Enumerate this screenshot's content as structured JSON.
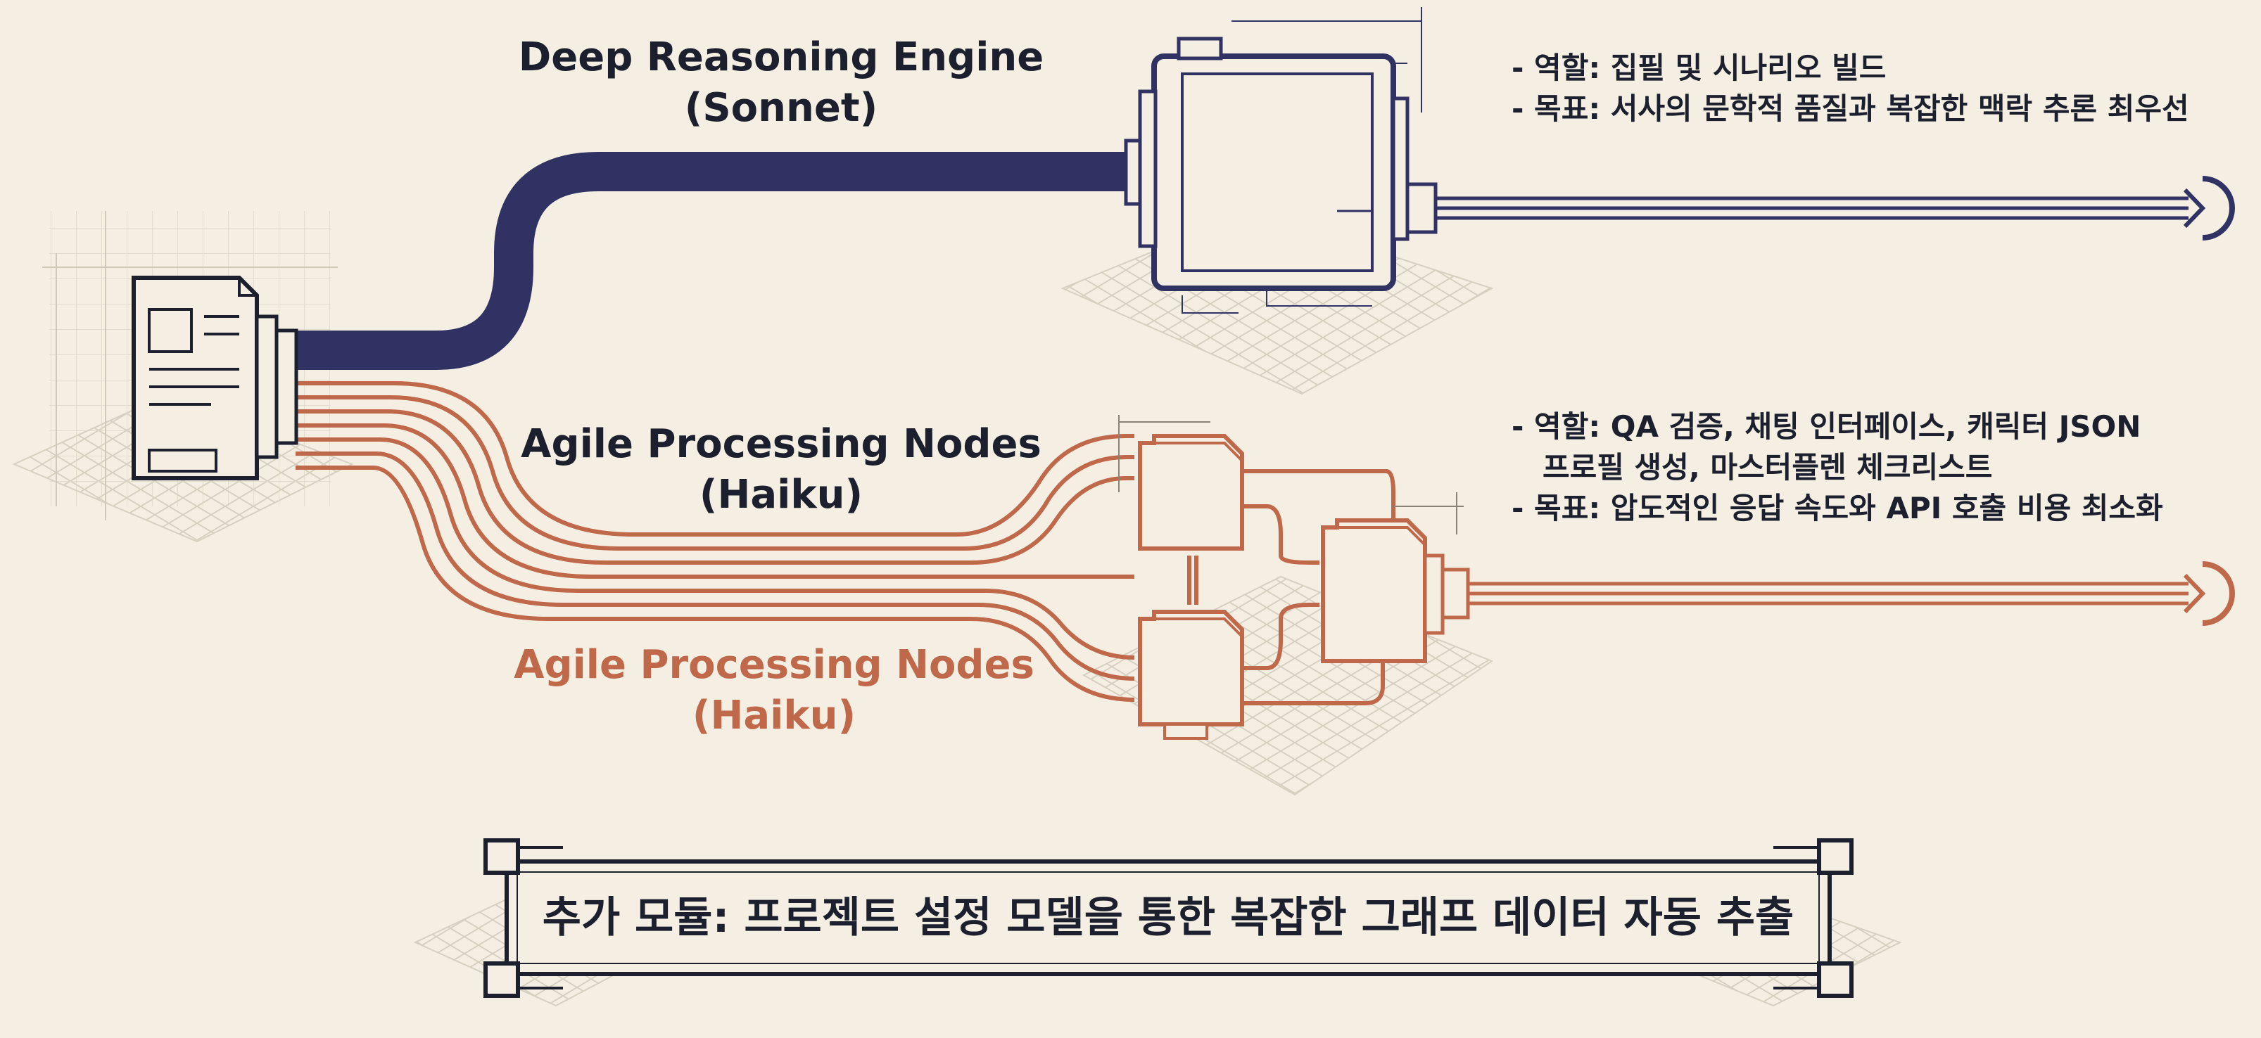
{
  "colors": {
    "background": "#f4efe2",
    "ink": "#1c1f2e",
    "sonnet_pipe": "#2f3263",
    "haiku_pipe": "#c0694a",
    "grid": "#d9d4c6"
  },
  "sonnet": {
    "title_line1": "Deep Reasoning Engine",
    "title_line2": "(Sonnet)",
    "note_line1": "- 역할: 집필 및 시나리오 빌드",
    "note_line2": "- 목표: 서사의 문학적 품질과 복잡한 맥락 추론 최우선"
  },
  "haiku": {
    "title_line1": "Agile Processing Nodes",
    "title_line2": "(Haiku)",
    "echo_line1": "Agile Processing Nodes",
    "echo_line2": "(Haiku)",
    "note_line1": "- 역할: QA 검증, 채팅 인터페이스, 캐릭터 JSON",
    "note_line2": "프로필 생성, 마스터플렌 체크리스트",
    "note_line3": "- 목표: 압도적인 응답 속도와 API 호출 비용 최소화"
  },
  "banner": {
    "text": "추가 모듈: 프로젝트 설정 모델을 통한 복잡한 그래프 데이터 자동 추출"
  }
}
